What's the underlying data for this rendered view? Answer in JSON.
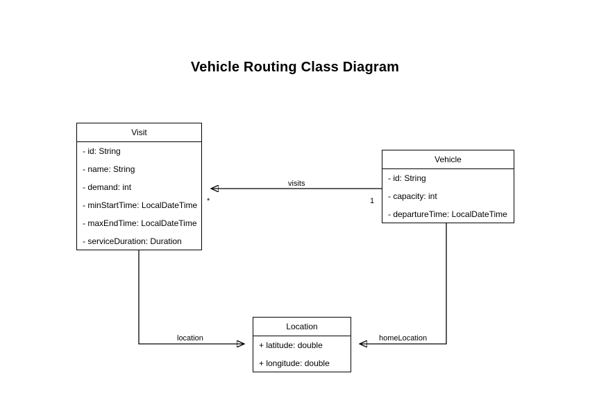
{
  "diagram": {
    "title": "Vehicle Routing Class Diagram",
    "background_color": "#ffffff",
    "line_color": "#000000",
    "text_color": "#000000",
    "classes": [
      {
        "id": "visit",
        "name": "Visit",
        "attributes": [
          "- id: String",
          "- name: String",
          "- demand: int",
          "- minStartTime: LocalDateTime",
          "- maxEndTime: LocalDateTime",
          "- serviceDuration: Duration"
        ]
      },
      {
        "id": "vehicle",
        "name": "Vehicle",
        "attributes": [
          "- id: String",
          "- capacity: int",
          "- departureTime: LocalDateTime"
        ]
      },
      {
        "id": "location",
        "name": "Location",
        "attributes": [
          "+ latitude: double",
          "+ longitude: double"
        ]
      }
    ],
    "relationships": [
      {
        "id": "visits",
        "label": "visits",
        "from": "Vehicle",
        "to": "Visit",
        "source_multiplicity": "1",
        "target_multiplicity": "*",
        "arrow": "filled"
      },
      {
        "id": "location",
        "label": "location",
        "from": "Visit",
        "to": "Location",
        "source_multiplicity": "",
        "target_multiplicity": "",
        "arrow": "filled"
      },
      {
        "id": "homeLocation",
        "label": "homeLocation",
        "from": "Vehicle",
        "to": "Location",
        "source_multiplicity": "",
        "target_multiplicity": "",
        "arrow": "filled"
      }
    ]
  }
}
